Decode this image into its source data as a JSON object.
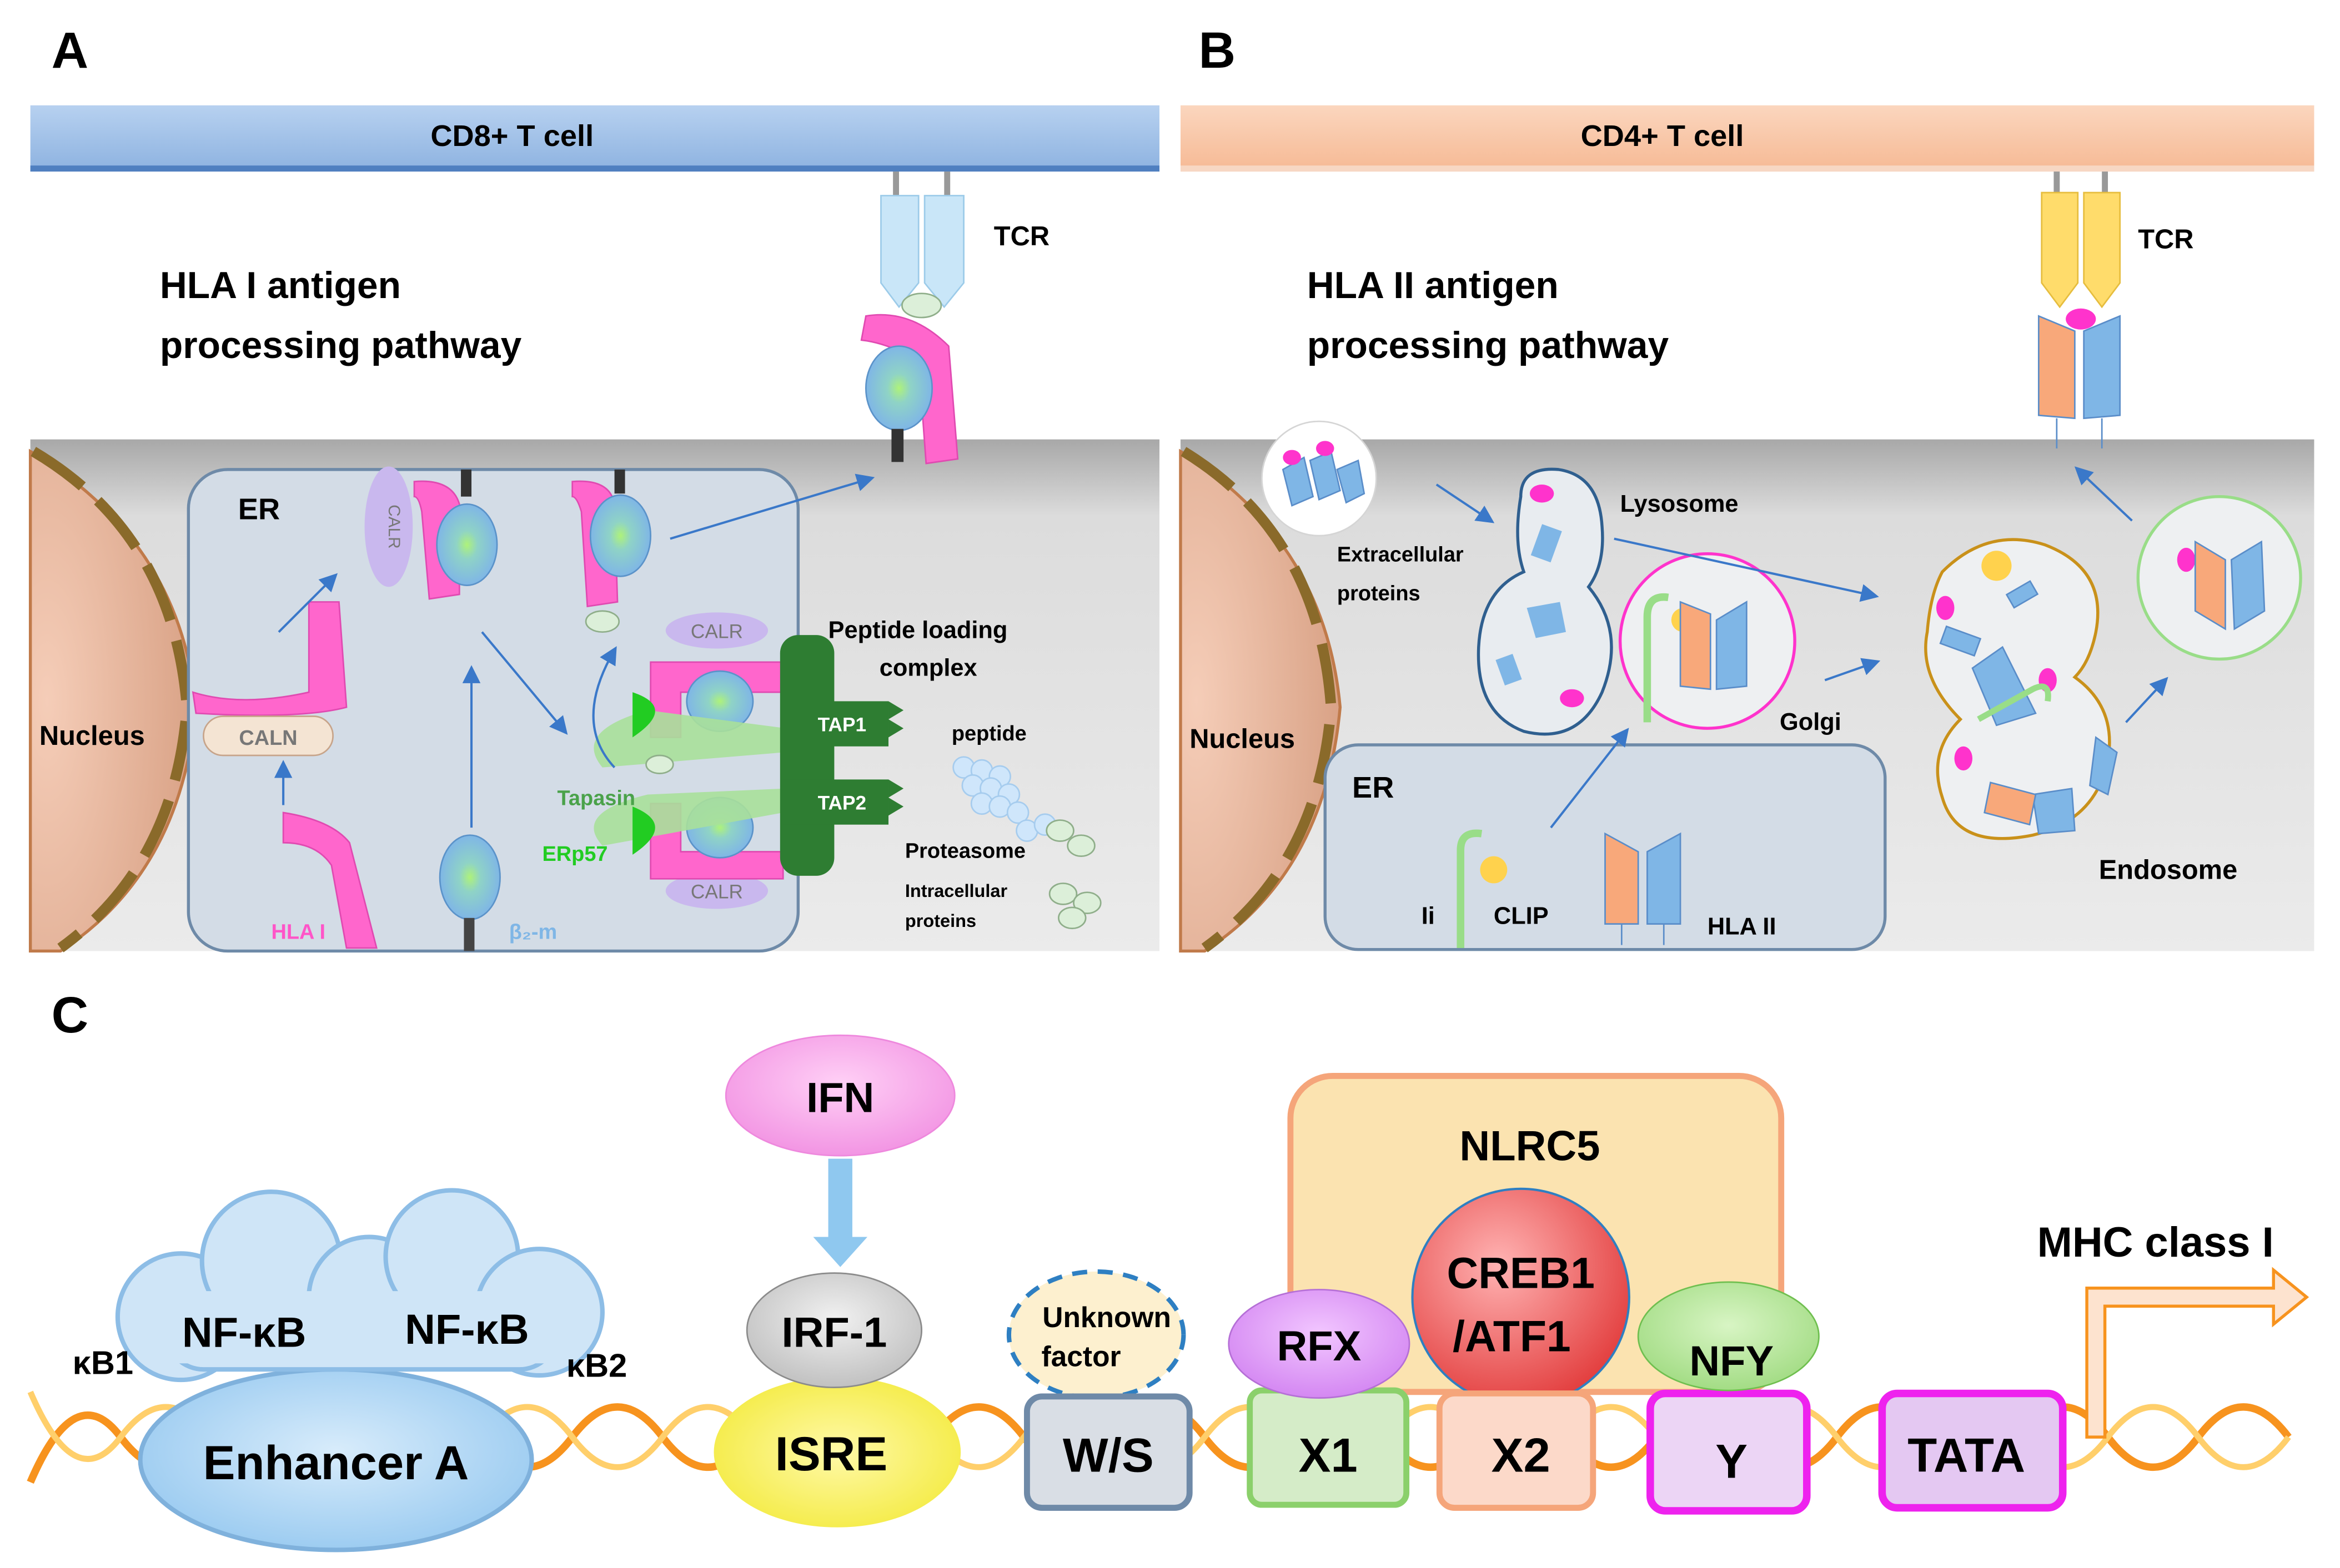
{
  "panels": {
    "a": {
      "letter": "A",
      "header": "CD8+ T cell",
      "title_line1": "HLA I antigen",
      "title_line2": "processing pathway",
      "tcr": "TCR",
      "nucleus": "Nucleus",
      "er": "ER",
      "calr": "CALR",
      "caln": "CALN",
      "hla": "HLA I",
      "b2m": "β₂-m",
      "tapasin": "Tapasin",
      "erp57": "ERp57",
      "tap1": "TAP1",
      "tap2": "TAP2",
      "plc_line1": "Peptide loading",
      "plc_line2": "complex",
      "peptide": "peptide",
      "proteasome": "Proteasome",
      "intra_line1": "Intracellular",
      "intra_line2": "proteins"
    },
    "b": {
      "letter": "B",
      "header": "CD4+ T cell",
      "title_line1": "HLA II antigen",
      "title_line2": "processing pathway",
      "tcr": "TCR",
      "nucleus": "Nucleus",
      "er": "ER",
      "lysosome": "Lysosome",
      "extra_line1": "Extracellular",
      "extra_line2": "proteins",
      "golgi": "Golgi",
      "endosome": "Endosome",
      "ii": "Ii",
      "clip": "CLIP",
      "hla": "HLA II"
    },
    "c": {
      "letter": "C",
      "kb1": "κB1",
      "kb2": "κB2",
      "nfkb": "NF-κB",
      "enhancer": "Enhancer A",
      "ifn": "IFN",
      "irf1": "IRF-1",
      "isre": "ISRE",
      "unknown_line1": "Unknown",
      "unknown_line2": "factor",
      "ws": "W/S",
      "nlrc5": "NLRC5",
      "creb_line1": "CREB1",
      "creb_line2": "/ATF1",
      "rfx": "RFX",
      "nfy": "NFY",
      "x1": "X1",
      "x2": "X2",
      "y": "Y",
      "tata": "TATA",
      "mhc": "MHC class I"
    }
  },
  "colors": {
    "hla_pink": "#ff66cc",
    "b2m_blue": "#7fb6e6",
    "peptide_green": "#4fd84f",
    "tap_green": "#2e7d32",
    "calr_purple": "#c9b8ee",
    "header_a": "#9fc0e8",
    "header_b": "#f9c7a8",
    "cell_gray": "#c9c9c9"
  }
}
